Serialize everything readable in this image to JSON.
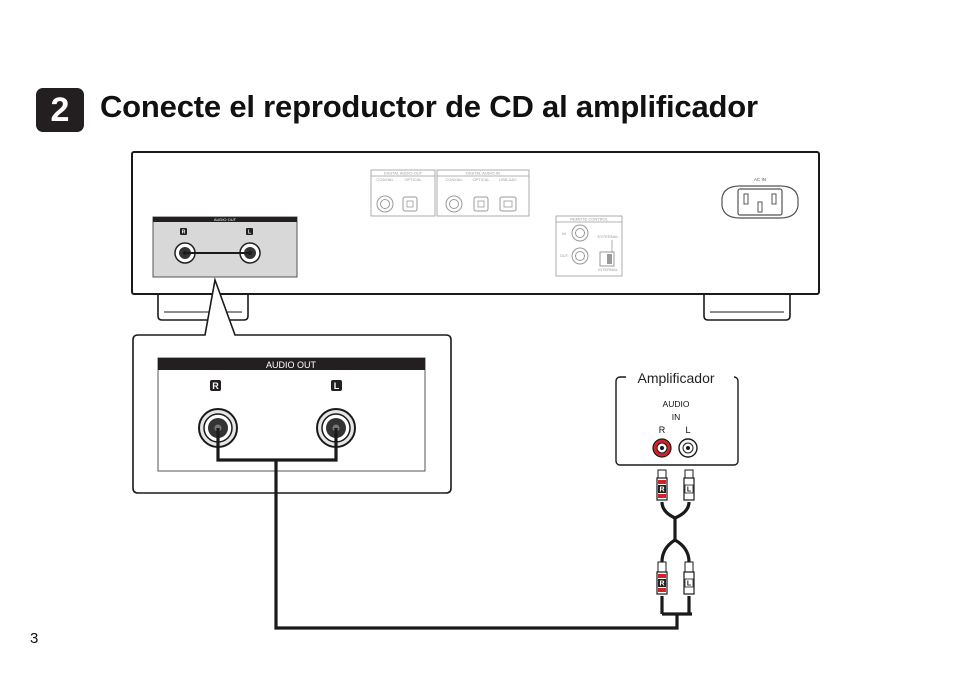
{
  "header": {
    "step_number": "2",
    "title": "Conecte el reproductor de CD al amplificador"
  },
  "page": {
    "number": "3"
  },
  "player_rear": {
    "audio_out_label": "AUDIO OUT",
    "channel_r": "R",
    "channel_l": "L",
    "digital_audio_out_label": "DIGITAL AUDIO OUT",
    "digital_audio_out_ports": [
      "COAXIAL",
      "OPTICAL"
    ],
    "digital_audio_in_label": "DIGITAL AUDIO IN",
    "digital_audio_in_ports": [
      "COAXIAL",
      "OPTICAL",
      "USB-DAC"
    ],
    "remote_control_label": "REMOTE CONTROL",
    "remote_in": "IN",
    "remote_out": "OUT",
    "external": "EXTERNAL",
    "internal": "INTERNAL",
    "ac_in": "AC IN"
  },
  "zoom_panel": {
    "audio_out_label": "AUDIO OUT",
    "channel_r": "R",
    "channel_l": "L"
  },
  "amplifier": {
    "label": "Amplificador",
    "audio_in_line1": "AUDIO",
    "audio_in_line2": "IN",
    "channel_r": "R",
    "channel_l": "L"
  },
  "cable": {
    "plug_r": "R",
    "plug_l": "L"
  },
  "colors": {
    "badge": "#231f20",
    "panel_gray": "#d8d8d8",
    "jack_red": "#d2232a",
    "line": "#1a1a1a"
  }
}
